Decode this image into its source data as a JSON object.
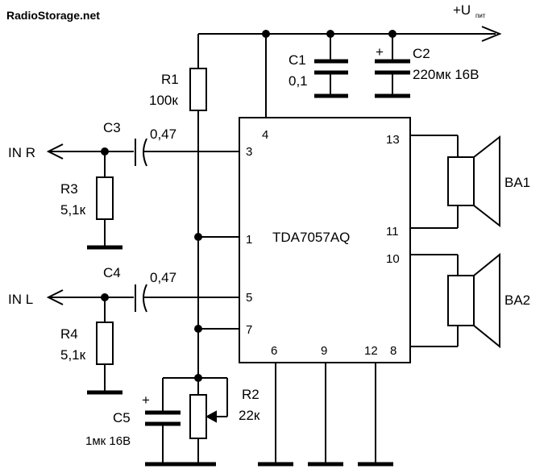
{
  "site": "RadioStorage.net",
  "supply": {
    "label": "+U",
    "subscript": "пит"
  },
  "ic": {
    "name": "TDA7057AQ",
    "pins": [
      "1",
      "3",
      "4",
      "5",
      "6",
      "7",
      "8",
      "9",
      "10",
      "11",
      "12",
      "13"
    ]
  },
  "components": {
    "r1": {
      "ref": "R1",
      "value": "100к"
    },
    "r2": {
      "ref": "R2",
      "value": "22к"
    },
    "r3": {
      "ref": "R3",
      "value": "5,1к"
    },
    "r4": {
      "ref": "R4",
      "value": "5,1к"
    },
    "c1": {
      "ref": "C1",
      "value": "0,1"
    },
    "c2": {
      "ref": "C2",
      "value": "220мк 16В",
      "polarity": "+"
    },
    "c3": {
      "ref": "C3",
      "value": "0,47"
    },
    "c4": {
      "ref": "C4",
      "value": "0,47"
    },
    "c5": {
      "ref": "C5",
      "value": "1мк 16В",
      "polarity": "+"
    },
    "ba1": {
      "ref": "BA1"
    },
    "ba2": {
      "ref": "BA2"
    }
  },
  "inputs": {
    "right": "IN R",
    "left": "IN L"
  }
}
